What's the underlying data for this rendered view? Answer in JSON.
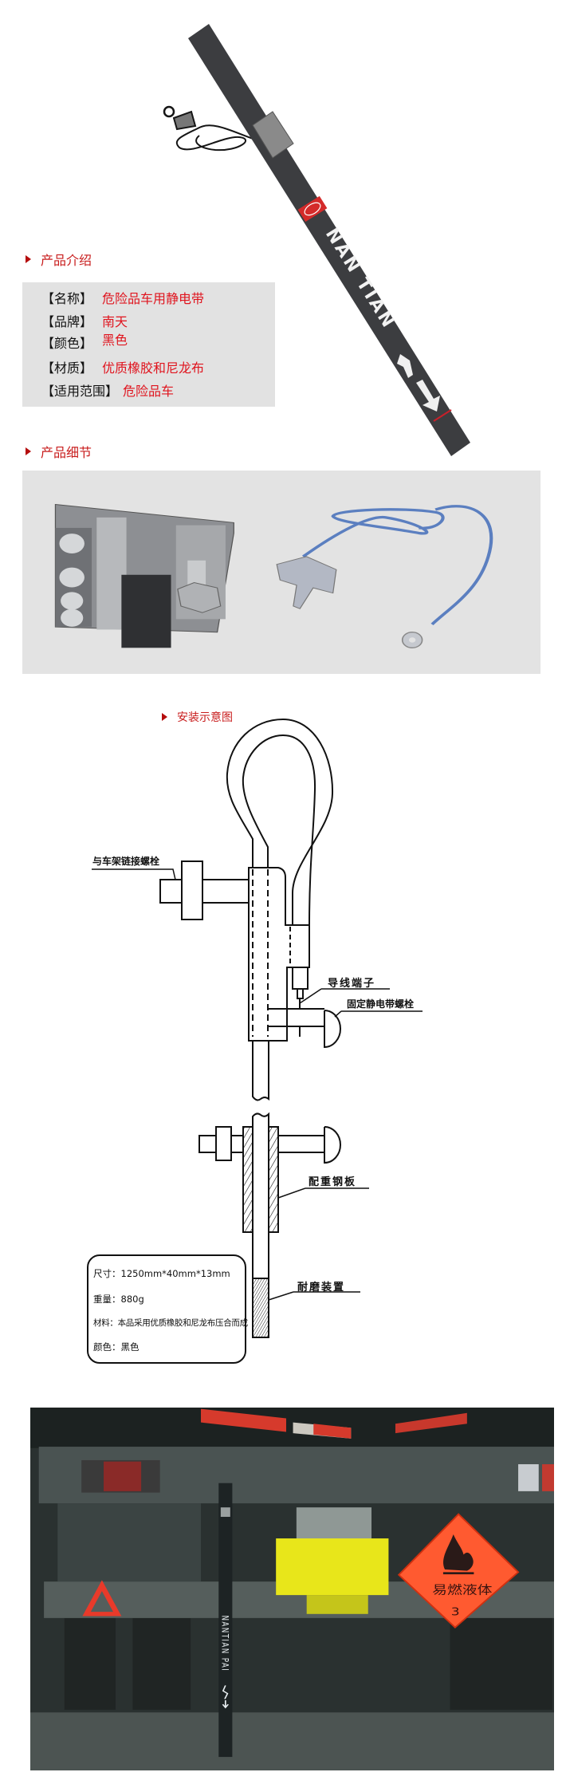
{
  "sections": {
    "intro": "产品介绍",
    "details": "产品细节",
    "install": "安装示意图"
  },
  "specs": [
    {
      "label": "【名称】",
      "value": "危险品车用静电带"
    },
    {
      "label": "【品牌】",
      "value": "南天"
    },
    {
      "label": "【颜色】",
      "value": "黑色"
    },
    {
      "label": "【材质】",
      "value": "优质橡胶和尼龙布"
    },
    {
      "label": "【适用范围】",
      "value": "危险品车"
    }
  ],
  "product_photo": {
    "brand_text": "NAN TIAN"
  },
  "diagram": {
    "labels": {
      "frame_bolt": "与车架链接螺栓",
      "terminal": "导线端子",
      "fix_bolt": "固定静电带螺栓",
      "weight_plate": "配重钢板",
      "wear_part": "耐磨装置"
    },
    "info": [
      {
        "label": "尺寸：",
        "value": "1250mm*40mm*13mm"
      },
      {
        "label": "重量：",
        "value": "880g"
      },
      {
        "label": "材料：",
        "value": "本品采用优质橡胶和尼龙布压合而成"
      },
      {
        "label": "颜色：",
        "value": "黑色"
      }
    ]
  },
  "truck_photo": {
    "strap_text": "NANTIAN PAI",
    "placard_text": "易燃液体",
    "placard_class": "3"
  },
  "colors": {
    "accent": "#c81c1c",
    "value_red": "#e0141e",
    "panel_gray": "#e2e2e2"
  }
}
